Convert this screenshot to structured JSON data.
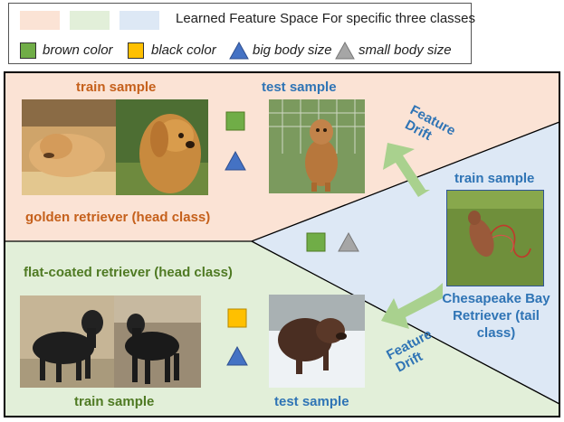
{
  "legend": {
    "title": "Learned Feature Space For specific three classes",
    "region_colors": [
      "#fbe3d5",
      "#e2efd9",
      "#dde8f5"
    ],
    "items": [
      {
        "label": "brown color",
        "shape": "square",
        "color": "#70ad47"
      },
      {
        "label": "black color",
        "shape": "square",
        "color": "#ffc000"
      },
      {
        "label": "big body size",
        "shape": "triangle",
        "color": "#4472c4"
      },
      {
        "label": "small body size",
        "shape": "triangle",
        "color": "#a6a6a6"
      }
    ]
  },
  "golden_region": {
    "train_label": "train sample",
    "test_label": "test sample",
    "class_label": "golden retriever (head class)"
  },
  "flat_region": {
    "class_label": "flat-coated retriever (head class)",
    "train_label": "train sample",
    "test_label": "test sample"
  },
  "tail_region": {
    "train_label": "train sample",
    "class_label_line1": "Chesapeake Bay",
    "class_label_line2": "Retriever (tail",
    "class_label_line3": "class)"
  },
  "drift_top": {
    "line1": "Feature",
    "line2": "Drift"
  },
  "drift_bottom": {
    "line1": "Feature",
    "line2": "Drift"
  }
}
